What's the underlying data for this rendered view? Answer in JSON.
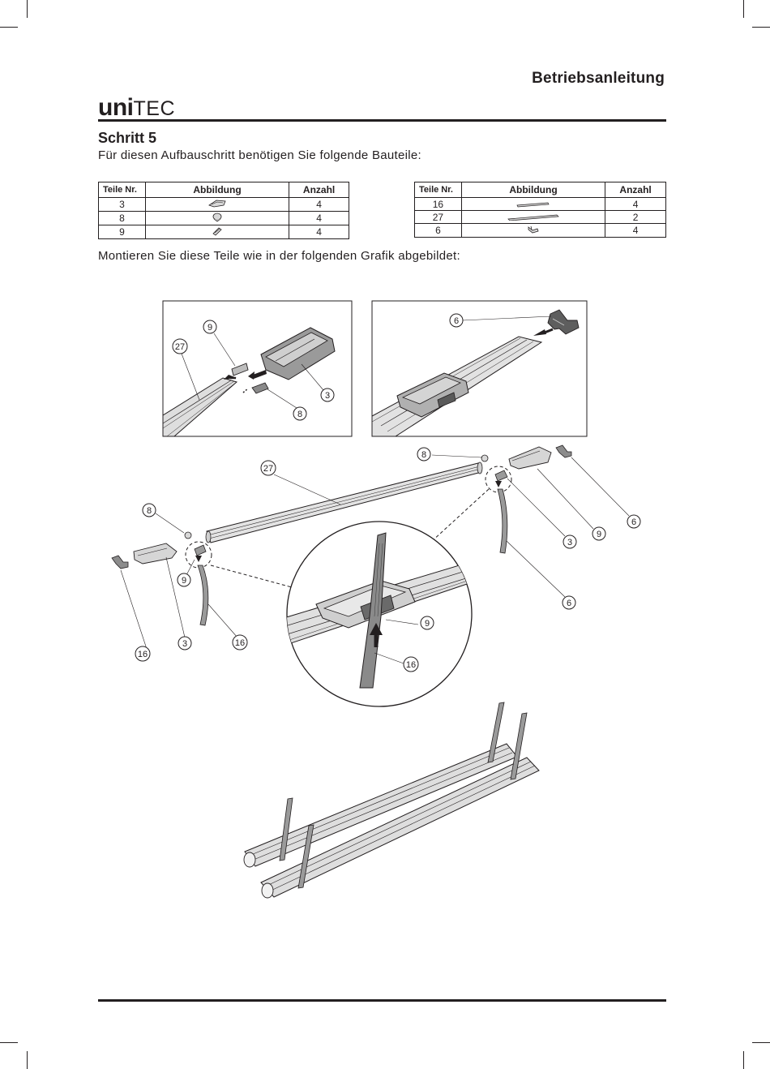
{
  "header": {
    "document_title": "Betriebsanleitung",
    "logo_bold": "uni",
    "logo_regular": "TEC"
  },
  "step": {
    "title": "Schritt 5",
    "intro": "Für diesen Aufbauschritt benötigen Sie folgende Bauteile:",
    "outro": "Montieren Sie diese Teile wie in der folgenden Grafik abgebildet:"
  },
  "table_headers": {
    "part_no": "Teile Nr.",
    "illustration": "Abbildung",
    "quantity": "Anzahl"
  },
  "table_left": [
    {
      "part": "3",
      "icon": "end-cap-icon",
      "qty": "4"
    },
    {
      "part": "8",
      "icon": "knob-icon",
      "qty": "4"
    },
    {
      "part": "9",
      "icon": "clip-icon",
      "qty": "4"
    }
  ],
  "table_right": [
    {
      "part": "16",
      "icon": "strap-icon",
      "qty": "4"
    },
    {
      "part": "27",
      "icon": "rail-icon",
      "qty": "2"
    },
    {
      "part": "6",
      "icon": "holder-icon",
      "qty": "4"
    }
  ],
  "callouts": {
    "detail_a": [
      "9",
      "27",
      "3",
      "8"
    ],
    "detail_b": [
      "6"
    ],
    "main": [
      "27",
      "8",
      "8",
      "6",
      "3",
      "9",
      "16",
      "9",
      "3",
      "6",
      "16",
      "9",
      "16"
    ]
  },
  "colors": {
    "ink": "#231f20",
    "part_fill": "#d9d9d9",
    "part_dark": "#7a7a7a"
  }
}
